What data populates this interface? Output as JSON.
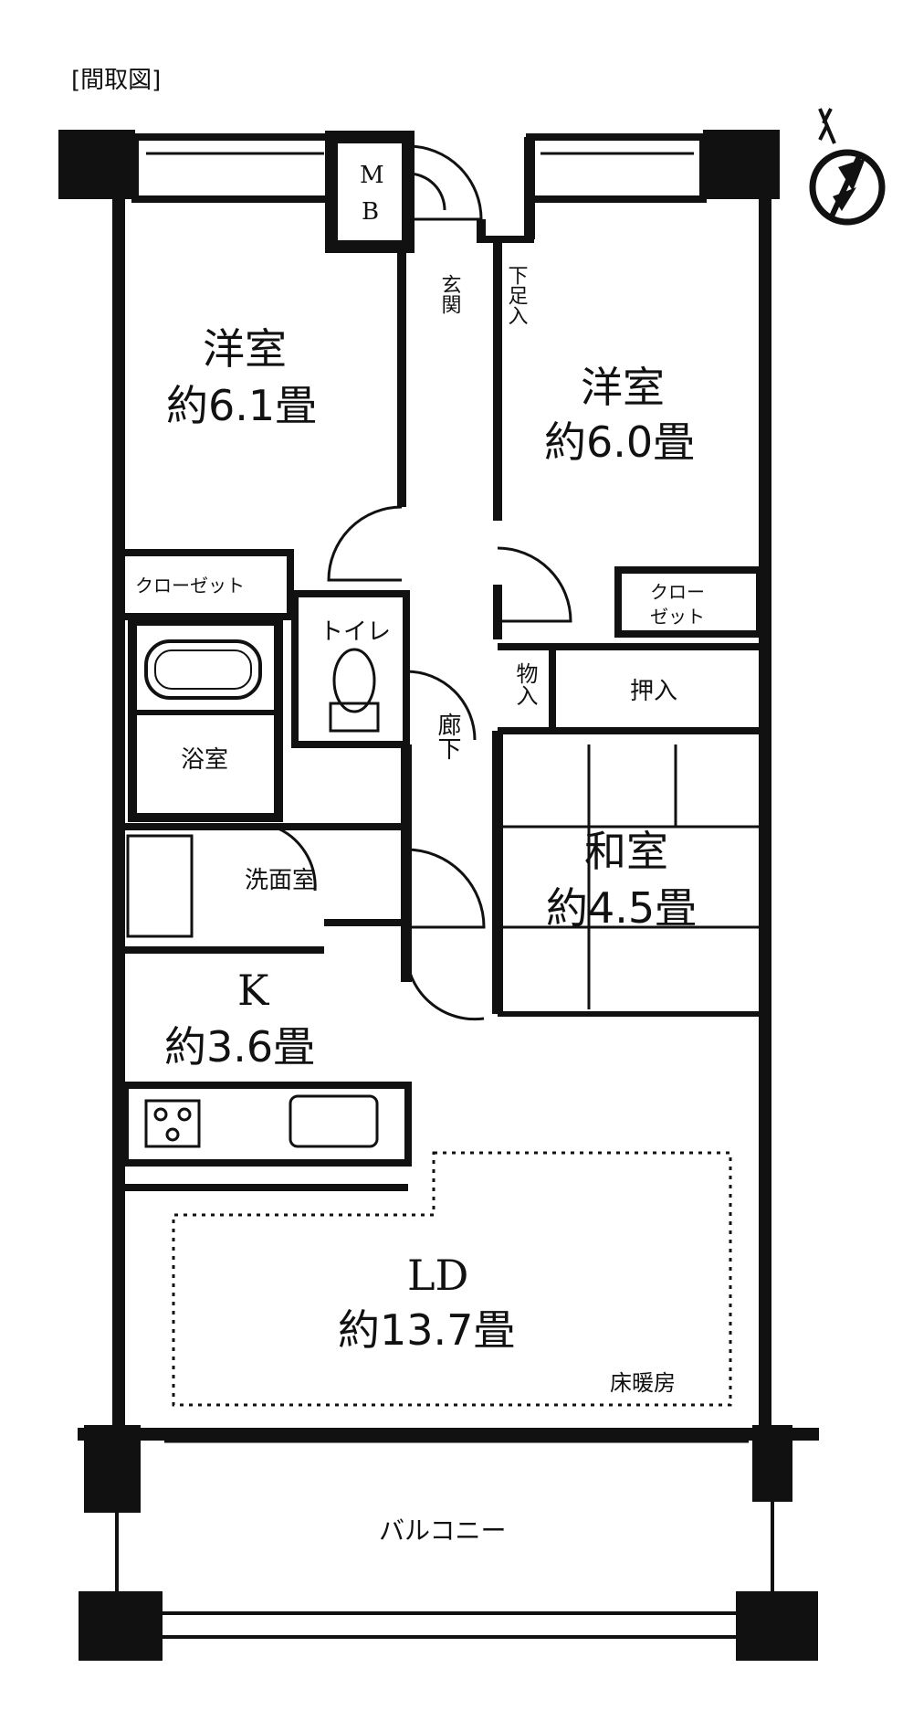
{
  "header": {
    "title": "[間取図]"
  },
  "labels": {
    "mb_top": "M",
    "mb_bottom": "B",
    "genkan": "玄関",
    "getabako": "下足入",
    "west_room_name": "洋室",
    "west_room_size": "約6.1畳",
    "east_room_name": "洋室",
    "east_room_size": "約6.0畳",
    "closet_west": "クローゼット",
    "closet_east_1": "クロー",
    "closet_east_2": "ゼット",
    "toilet": "トイレ",
    "storage_mono": "物入",
    "oshiire": "押入",
    "bath": "浴室",
    "corridor": "廊下",
    "washroom": "洗面室",
    "washitsu_name": "和室",
    "washitsu_size": "約4.5畳",
    "kitchen_name": "K",
    "kitchen_size": "約3.6畳",
    "ld_name": "LD",
    "ld_size": "約13.7畳",
    "floor_heating": "床暖房",
    "balcony": "バルコニー"
  },
  "compass": {
    "icon": "north-arrow-icon",
    "direction": "N"
  }
}
